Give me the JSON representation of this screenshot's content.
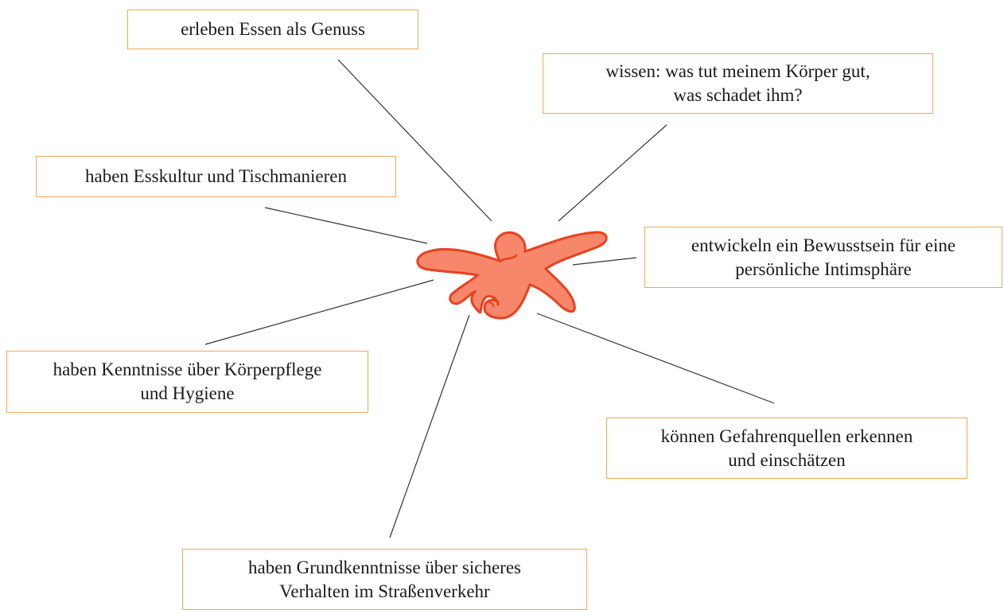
{
  "diagram": {
    "nodes": [
      {
        "id": "genuss",
        "lines": [
          "erleben Essen als Genuss"
        ]
      },
      {
        "id": "koerper",
        "lines": [
          "wissen: was tut meinem Körper gut,",
          "was schadet ihm?"
        ]
      },
      {
        "id": "esskultur",
        "lines": [
          "haben Esskultur und Tischmanieren"
        ]
      },
      {
        "id": "intim",
        "lines": [
          "entwickeln ein Bewusstsein für eine",
          "persönliche Intimsphäre"
        ]
      },
      {
        "id": "hygiene",
        "lines": [
          "haben Kenntnisse über Körperpflege",
          "und Hygiene"
        ]
      },
      {
        "id": "gefahr",
        "lines": [
          "können Gefahrenquellen erkennen",
          "und einschätzen"
        ]
      },
      {
        "id": "verkehr",
        "lines": [
          "haben Grundkenntnisse über sicheres",
          "Verhalten im Straßenverkehr"
        ]
      }
    ],
    "center_icon": "red-starfish-blob",
    "colors": {
      "box_border": "#f0a859",
      "center_fill": "#f7876a",
      "center_stroke": "#e8411f",
      "line": "#333333"
    }
  }
}
